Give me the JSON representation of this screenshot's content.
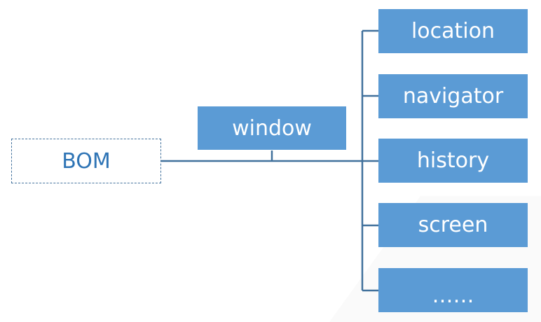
{
  "diagram": {
    "root_label": "BOM",
    "window_label": "window",
    "children": [
      {
        "label": "location"
      },
      {
        "label": "navigator"
      },
      {
        "label": "history"
      },
      {
        "label": "screen"
      },
      {
        "label": "……"
      }
    ]
  },
  "colors": {
    "node_fill": "#5b9bd5",
    "node_text": "#ffffff",
    "connector": "#41719c",
    "root_text": "#2e74b5",
    "root_border": "#41719c"
  }
}
